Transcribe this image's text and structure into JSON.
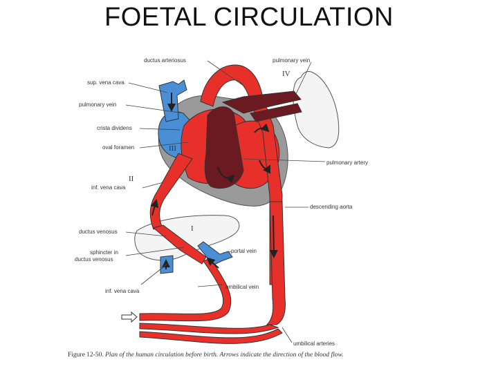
{
  "slide": {
    "title": "FOETAL CIRCULATION"
  },
  "labels": {
    "ductus_arteriosus": "ductus arteriosus",
    "pulmonary_vein_right": "pulmonary vein",
    "sup_vena_cava": "sup. vena cava",
    "pulmonary_vein_left": "pulmonary vein",
    "crista_dividens": "crista dividens",
    "oval_foramen": "oval foramen",
    "pulmonary_artery": "pulmonary artery",
    "inf_vena_cava_upper": "inf. vena cava",
    "descending_aorta": "descending aorta",
    "ductus_venosus": "ductus venosus",
    "sphincter_line1": "sphincter in",
    "sphincter_line2": "ductus venosus",
    "portal_vein": "portal vein",
    "inf_vena_cava_lower": "inf. vena cava",
    "umbilical_vein": "umbilical vein",
    "umbilical_arteries": "umbilical arteries"
  },
  "roman_numerals": {
    "I": "I",
    "II": "II",
    "III": "III",
    "IV": "IV"
  },
  "caption": {
    "figure_number": "Figure 12-50.",
    "text": "Plan of the human circulation before birth. Arrows indicate the direction of the blood flow."
  },
  "colors": {
    "oxygenated": "#e8302a",
    "deoxygenated": "#4a8fd6",
    "mixed": "#6b1a22",
    "heart_wall": "#9a9a9a",
    "organ_outline": "#555555"
  }
}
